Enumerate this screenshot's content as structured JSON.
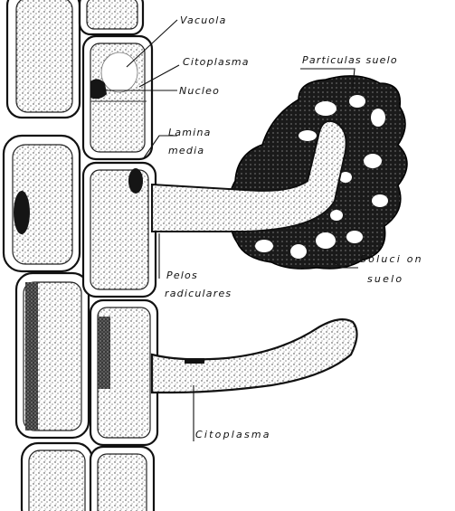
{
  "labels": {
    "vacuole": "Vacuola",
    "cytoplasm_top": "Citoplasma",
    "nucleus": "Nucleo",
    "middle_lamella_1": "Lamina",
    "middle_lamella_2": "media",
    "soil_particles": "Particulas suelo",
    "root_hairs_1": "Pelos",
    "root_hairs_2": "radiculares",
    "soil_solution_1": "Soluci on",
    "soil_solution_2": "suelo",
    "cytoplasm_bottom": "Citoplasma"
  },
  "colors": {
    "ink": "#111111",
    "background": "#ffffff"
  }
}
